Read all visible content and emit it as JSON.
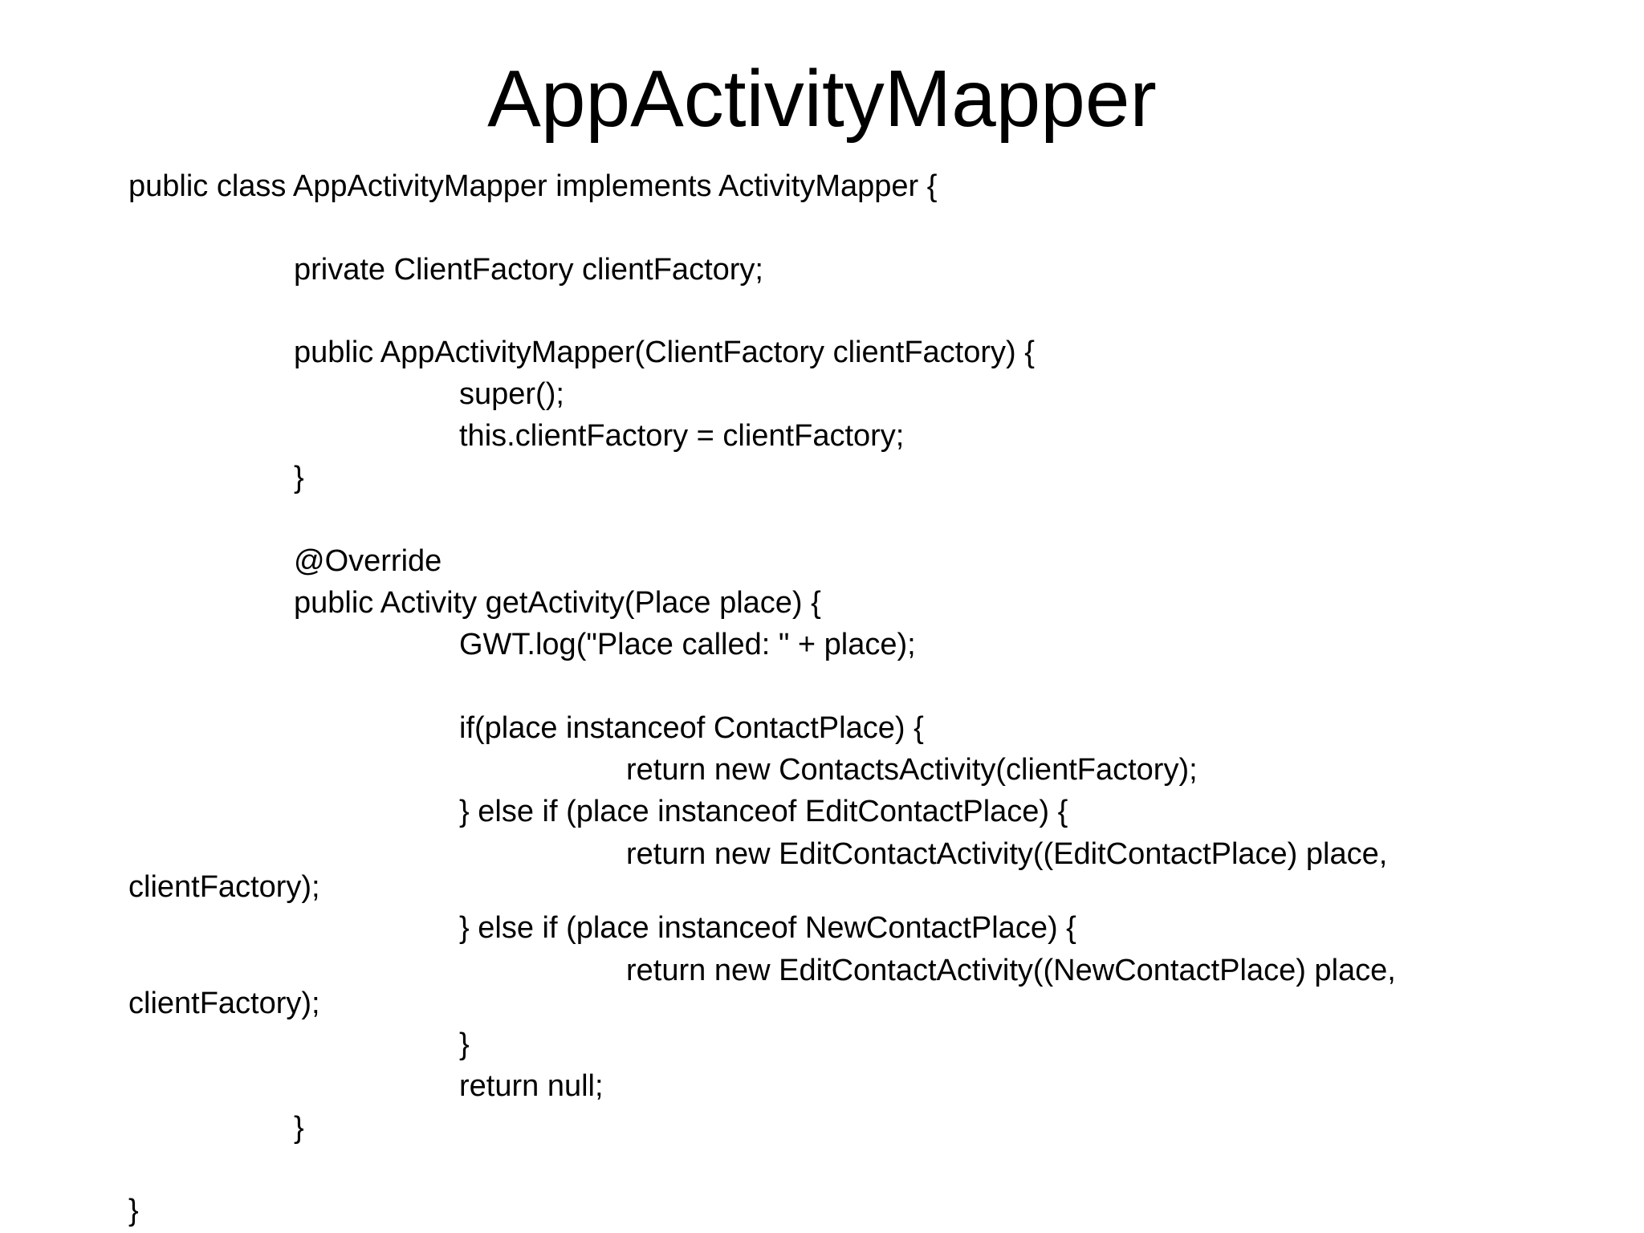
{
  "slide": {
    "title": "AppActivityMapper",
    "code_lines": [
      "public class AppActivityMapper implements ActivityMapper {",
      "private ClientFactory clientFactory;",
      "public AppActivityMapper(ClientFactory clientFactory) {",
      "super();",
      "this.clientFactory = clientFactory;",
      "}",
      "@Override",
      "public Activity getActivity(Place place) {",
      "GWT.log(\"Place called: \" + place);",
      "if(place instanceof ContactPlace) {",
      "return new ContactsActivity(clientFactory);",
      "} else if (place instanceof EditContactPlace) {",
      "return new EditContactActivity((EditContactPlace) place,",
      "clientFactory);",
      "} else if (place instanceof NewContactPlace) {",
      "return new EditContactActivity((NewContactPlace) place,",
      "clientFactory);",
      "}",
      "return null;",
      "}",
      "}"
    ]
  }
}
